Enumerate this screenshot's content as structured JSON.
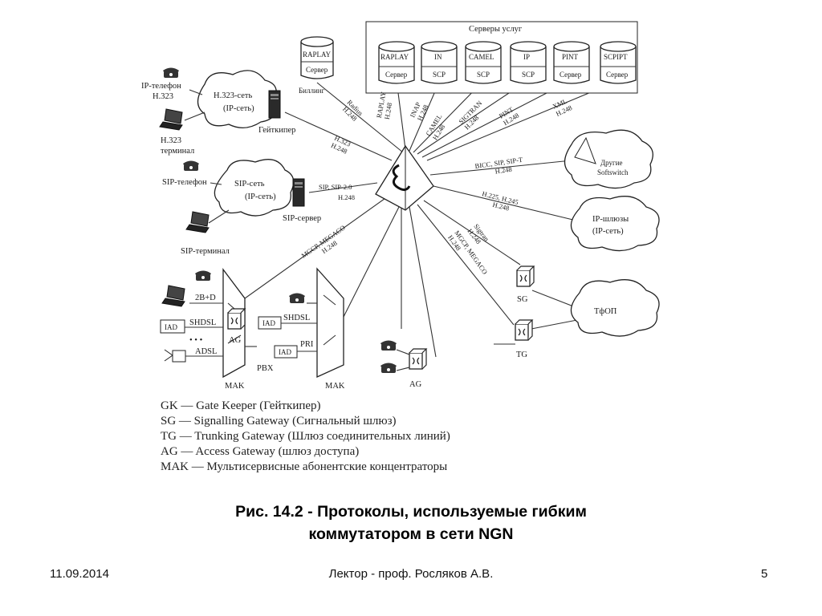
{
  "diagram": {
    "servers_group_title": "Серверы услуг",
    "raplay_billing_server": {
      "top": "RAPLAY",
      "bottom": "Сервер",
      "caption": "Биллинг"
    },
    "service_servers": [
      {
        "top": "RAPLAY",
        "bottom": "Сервер"
      },
      {
        "top": "IN",
        "bottom": "SCP"
      },
      {
        "top": "CAMEL",
        "bottom": "SCP"
      },
      {
        "top": "IP",
        "bottom": "SCP"
      },
      {
        "top": "PINT",
        "bottom": "Сервер"
      },
      {
        "top": "SCPIPT",
        "bottom": "Сервер"
      }
    ],
    "h323_cloud": [
      "H.323-сеть",
      "(IP-сеть)"
    ],
    "sip_cloud": [
      "SIP-сеть",
      "(IP-сеть)"
    ],
    "softswitch_cloud": [
      "Другие",
      "Softswitch"
    ],
    "ip_gateways_cloud": [
      "IP-шлюзы",
      "(IP-сеть)"
    ],
    "pstn_cloud": "ТфОП",
    "ip_phone_label": [
      "IP-телефон",
      "H.323"
    ],
    "h323_terminal_label": [
      "H.323",
      "терминал"
    ],
    "gatekeeper_label": "Гейткипер",
    "sip_phone_label": "SIP-телефон",
    "sip_server_label": "SIP-сервер",
    "sip_terminal_label": "SIP-терминал",
    "protocols": {
      "radius": [
        "Radius",
        "H.248"
      ],
      "raplay": [
        "RAPLAY",
        "H.248"
      ],
      "inap": [
        "INAP",
        "H.248"
      ],
      "camel": [
        "CAMEL",
        "H.248"
      ],
      "sigtran_top": [
        "SIGTRAN",
        "H.248"
      ],
      "pint": [
        "PINT",
        "H.248"
      ],
      "xml": [
        "XML",
        "H.248"
      ],
      "h323": [
        "H.323",
        "H.248"
      ],
      "bicc": [
        "BICC, SIP, SIP-T",
        "H.248"
      ],
      "sip": [
        "SIP, SIP-2.0",
        "H.248"
      ],
      "h225": [
        "H.225, H.245",
        "H.248"
      ],
      "mgcp_left": [
        "MGCP, MEGACO",
        "H.248"
      ],
      "sigtran_sg": [
        "Sigtran",
        "H.248"
      ],
      "mgcp_right": [
        "MGCP, MEGACO",
        "H.248"
      ]
    },
    "access": {
      "isdn": "2B+D",
      "shdsl_left": "SHDSL",
      "adsl": "ADSL",
      "dots": "• • •",
      "iad": "IAD",
      "ag_label": "AG",
      "mak_label": "MAK",
      "pbx": "PBX",
      "shdsl_right": "SHDSL",
      "pri": "PRI",
      "sg": "SG",
      "tg": "TG"
    }
  },
  "legend": [
    "GK — Gate Keeper (Гейткипер)",
    "SG — Signalling Gateway (Сигнальный шлюз)",
    "TG — Trunking Gateway (Шлюз соединительных линий)",
    "AG — Access Gateway (шлюз доступа)",
    "MAK — Мультисервисные абонентские концентраторы"
  ],
  "caption": [
    "Рис. 14.2  - Протоколы, используемые гибким",
    "коммутатором в сети NGN"
  ],
  "footer": {
    "date": "11.09.2014",
    "author": "Лектор - проф. Росляков А.В.",
    "page": "5"
  }
}
